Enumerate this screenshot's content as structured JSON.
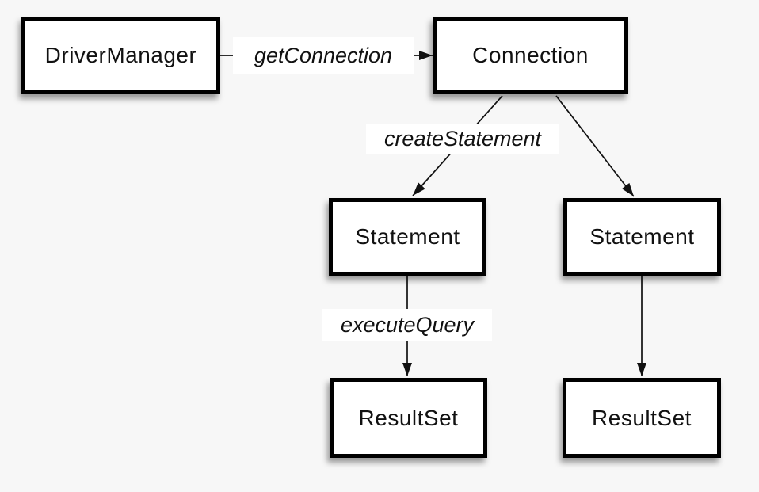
{
  "diagram": {
    "background_color": "#f7f7f7",
    "node_fill_color": "#ffffff",
    "node_border_color": "#000000",
    "text_color": "#111111",
    "nodes": [
      {
        "id": "drivermanager",
        "label": "DriverManager"
      },
      {
        "id": "connection",
        "label": "Connection"
      },
      {
        "id": "statement-1",
        "label": "Statement"
      },
      {
        "id": "statement-2",
        "label": "Statement"
      },
      {
        "id": "resultset-1",
        "label": "ResultSet"
      },
      {
        "id": "resultset-2",
        "label": "ResultSet"
      }
    ],
    "edges": [
      {
        "from": "DriverManager",
        "to": "Connection",
        "label": "getConnection"
      },
      {
        "from": "Connection",
        "to": "Statement (left)",
        "label": "createStatement"
      },
      {
        "from": "Connection",
        "to": "Statement (right)",
        "label": ""
      },
      {
        "from": "Statement (left)",
        "to": "ResultSet (left)",
        "label": "executeQuery"
      },
      {
        "from": "Statement (right)",
        "to": "ResultSet (right)",
        "label": ""
      }
    ]
  }
}
